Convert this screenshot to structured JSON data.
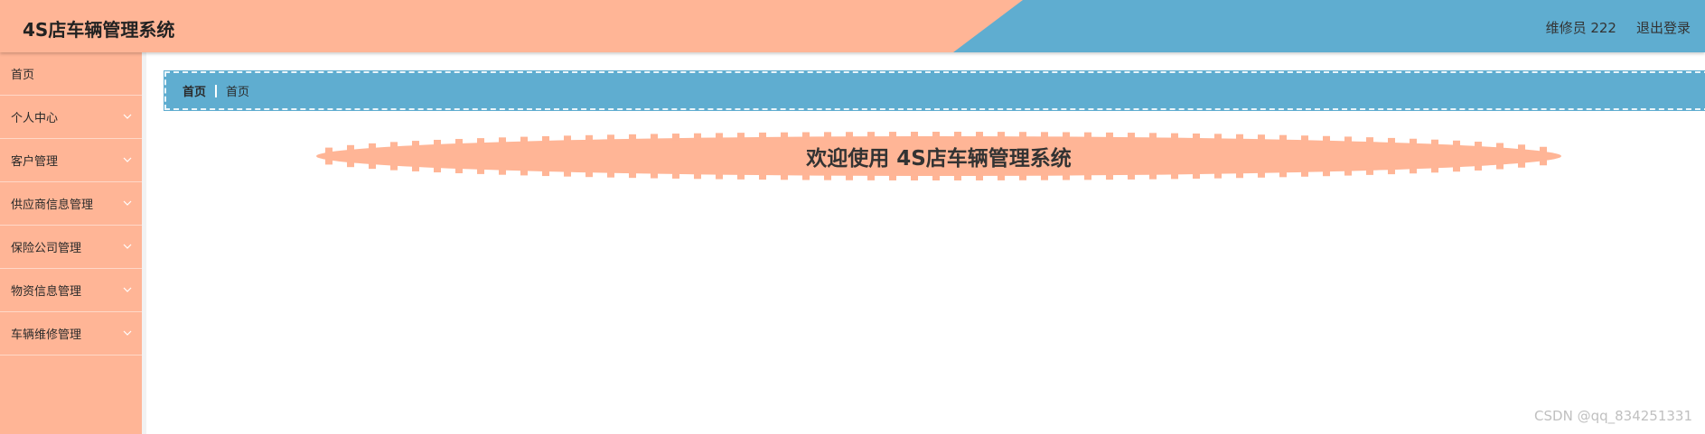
{
  "header": {
    "title": "4S店车辆管理系统",
    "user_info": "维修员 222",
    "logout_label": "退出登录"
  },
  "sidebar": {
    "items": [
      {
        "label": "首页",
        "has_children": false
      },
      {
        "label": "个人中心",
        "has_children": true
      },
      {
        "label": "客户管理",
        "has_children": true
      },
      {
        "label": "供应商信息管理",
        "has_children": true
      },
      {
        "label": "保险公司管理",
        "has_children": true
      },
      {
        "label": "物资信息管理",
        "has_children": true
      },
      {
        "label": "车辆维修管理",
        "has_children": true
      }
    ]
  },
  "breadcrumb": {
    "home": "首页",
    "current": "首页"
  },
  "welcome": {
    "text": "欢迎使用 4S店车辆管理系统"
  },
  "watermark": "CSDN @qq_834251331",
  "colors": {
    "header_salmon": "#ffb596",
    "header_blue": "#5fadd0",
    "sidebar": "#ffb596",
    "breadcrumb_bg": "#5fadd0",
    "welcome_banner": "#ffb596"
  },
  "icons": {
    "submenu_indicator": "chevron-down-icon"
  }
}
